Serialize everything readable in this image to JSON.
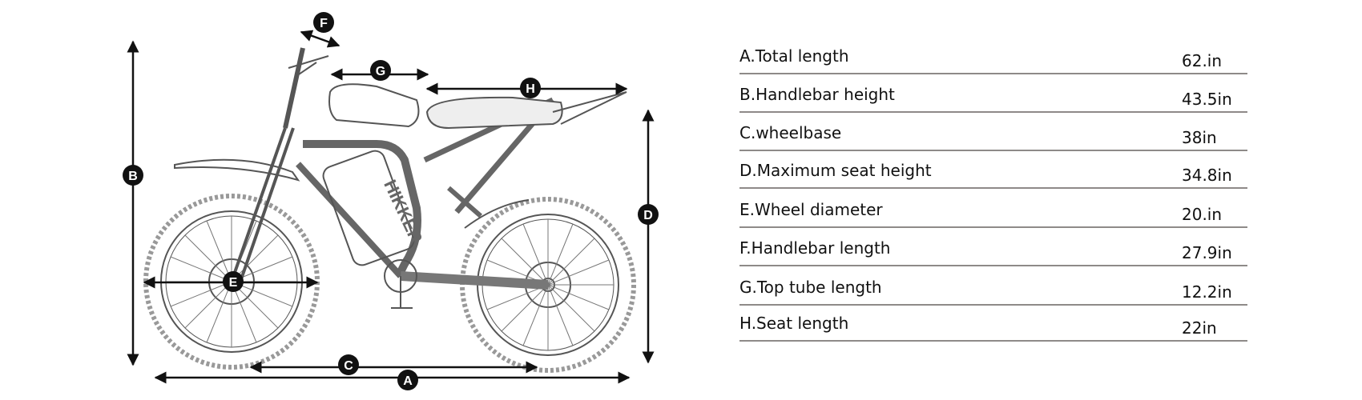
{
  "diagram": {
    "brand_logo": "HIKKER",
    "dimension_tags": [
      "A",
      "B",
      "C",
      "D",
      "E",
      "F",
      "G",
      "H"
    ]
  },
  "specs": [
    {
      "label": "A.Total length",
      "value": "62.in"
    },
    {
      "label": "B.Handlebar height",
      "value": "43.5in"
    },
    {
      "label": "C.wheelbase",
      "value": "38in"
    },
    {
      "label": "D.Maximum seat height",
      "value": "34.8in"
    },
    {
      "label": "E.Wheel diameter",
      "value": "20.in"
    },
    {
      "label": "F.Handlebar length",
      "value": "27.9in"
    },
    {
      "label": "G.Top tube length",
      "value": "12.2in"
    },
    {
      "label": "H.Seat length",
      "value": "22in"
    }
  ],
  "colors": {
    "ink": "#111111",
    "rule": "#8e8a88",
    "sketch": "#555555"
  }
}
